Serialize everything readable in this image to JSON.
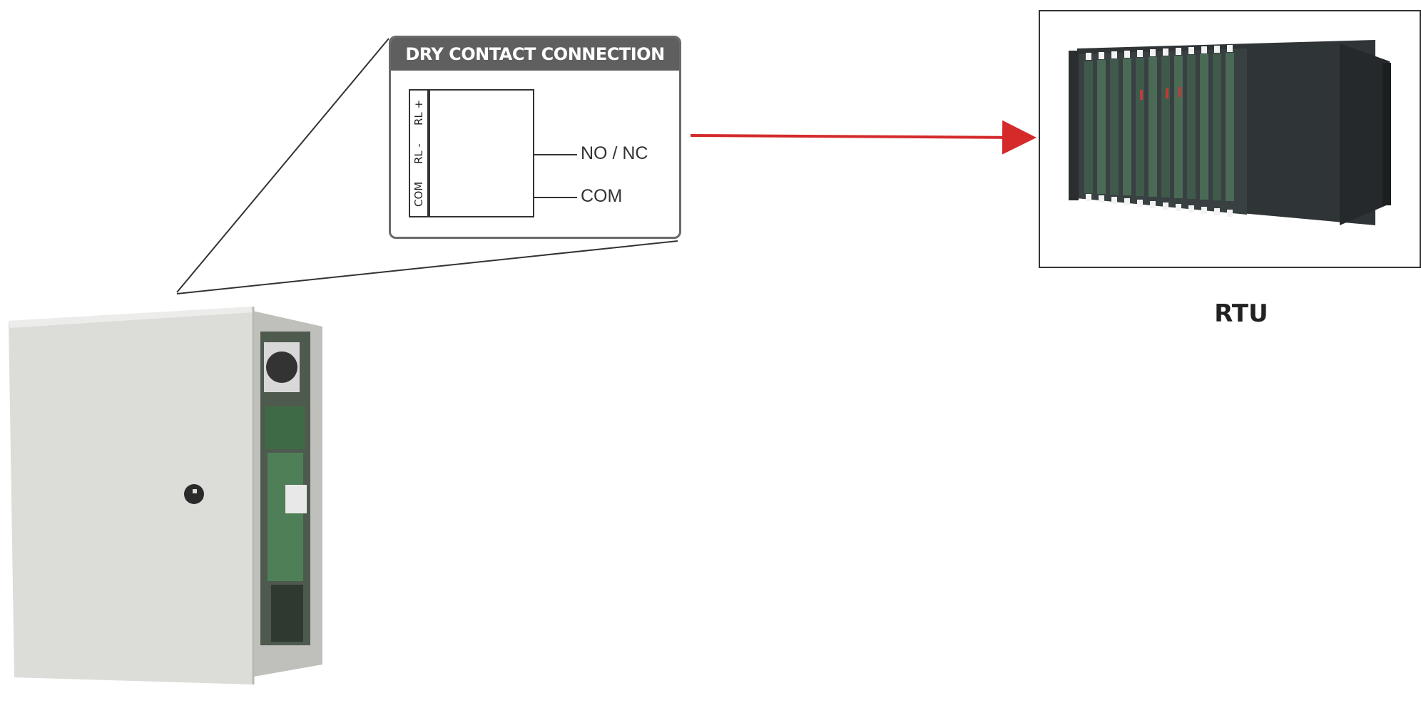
{
  "callout": {
    "header": "DRY CONTACT CONNECTION",
    "terminal_labels": [
      "COM",
      "RL -",
      "RL +"
    ],
    "output_labels": [
      "NO / NC",
      "COM"
    ]
  },
  "rtu": {
    "label": "RTU"
  },
  "colors": {
    "connection_arrow": "#d42a2a",
    "callout_header": "#5f5f5f",
    "enclosure": "#d9d9d5",
    "rtu_chassis": "#2f3436",
    "rtu_card": "#3f5a4a"
  }
}
